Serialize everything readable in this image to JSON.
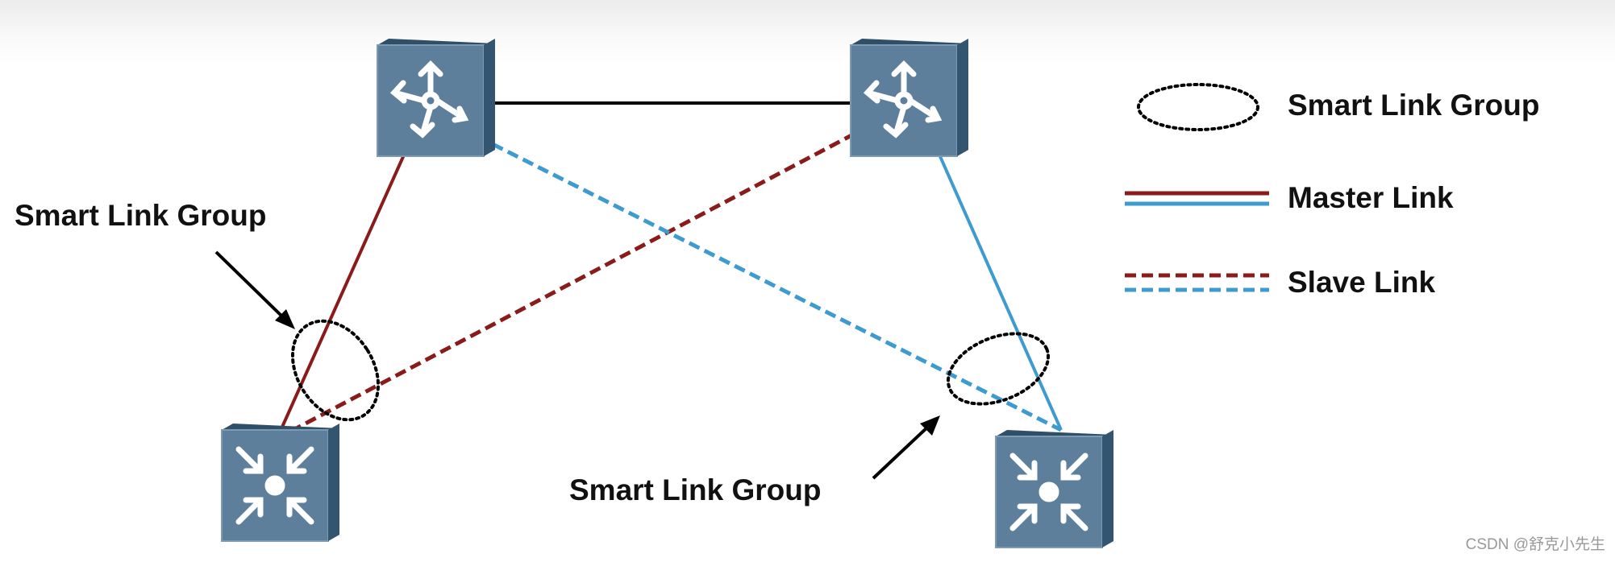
{
  "legend": {
    "group": "Smart Link Group",
    "master": "Master Link",
    "slave": "Slave Link"
  },
  "labels": {
    "left_group": "Smart Link Group",
    "bottom_group": "Smart Link Group"
  },
  "colors": {
    "red": "#8b1a1a",
    "blue": "#3d9bd0",
    "black": "#000000",
    "device": "#5a7c98"
  },
  "devices": {
    "top": [
      "router-icon",
      "router-icon"
    ],
    "bottom": [
      "switch-icon",
      "switch-icon"
    ]
  },
  "watermark": "CSDN @舒克小先生"
}
